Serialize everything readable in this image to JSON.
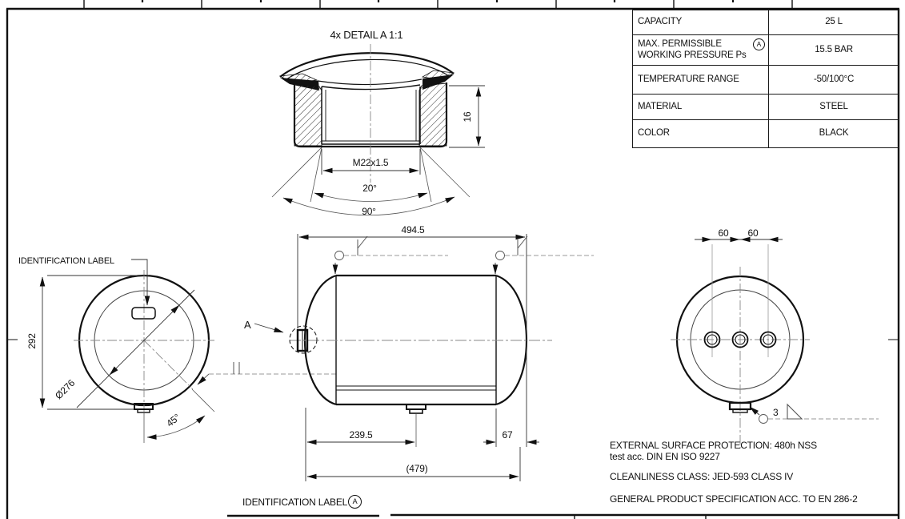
{
  "sheet": {
    "spec_table": {
      "rows": [
        {
          "label": "CAPACITY",
          "value": "25 L"
        },
        {
          "label": "MAX. PERMISSIBLE",
          "label2": "WORKING PRESSURE Ps",
          "ref": "A",
          "value": "15.5 BAR"
        },
        {
          "label": "TEMPERATURE RANGE",
          "value": "-50/100°C"
        },
        {
          "label": "MATERIAL",
          "value": "STEEL"
        },
        {
          "label": "COLOR",
          "value": "BLACK"
        }
      ]
    },
    "detail_view": {
      "title": "4x DETAIL A   1:1",
      "thread": "M22x1.5",
      "angle_inner": "20°",
      "angle_outer": "90°",
      "depth": "16"
    },
    "left_view": {
      "callout": "IDENTIFICATION LABEL",
      "height": "292",
      "diameter": "Ø276",
      "angle": "45°"
    },
    "side_view": {
      "detail_ref": "A",
      "length_overall": "494.5",
      "port_position": "239.5",
      "end_distance": "67",
      "shell_length": "(479)"
    },
    "right_view": {
      "port_spacing_left": "60",
      "port_spacing_right": "60",
      "weld_size": "3"
    },
    "notes": {
      "line1": "EXTERNAL SURFACE PROTECTION: 480h NSS",
      "line2": "test acc. DIN EN ISO 9227",
      "line3": "CLEANLINESS CLASS: JED-593 CLASS IV",
      "line4": "GENERAL PRODUCT SPECIFICATION ACC. TO EN 286-2"
    },
    "footer": {
      "label": "IDENTIFICATION LABEL",
      "ref": "A"
    }
  }
}
